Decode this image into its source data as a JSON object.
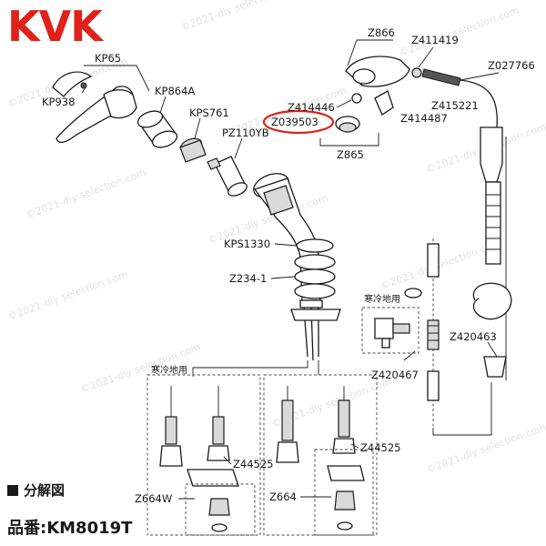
{
  "brand": "KVK",
  "watermark": "©2021-diy selection.com",
  "legend_title": "分解図",
  "model_label": "品番:KM8019T",
  "labels": {
    "kp65": "KP65",
    "kp938": "KP938",
    "kp864a": "KP864A",
    "kps761": "KPS761",
    "pz110yb": "PZ110YB",
    "z866": "Z866",
    "z411419": "Z411419",
    "z027766": "Z027766",
    "z414446": "Z414446",
    "z039503": "Z039503",
    "z414487": "Z414487",
    "z415221": "Z415221",
    "z865": "Z865",
    "kps1330": "KPS1330",
    "z2341": "Z234-1",
    "kanreichi1": "寒冷地用",
    "kanreichi2": "寒冷地用",
    "z420463": "Z420463",
    "z420467": "Z420467",
    "z44525a": "Z44525",
    "z44525b": "Z44525",
    "z664w": "Z664W",
    "z664": "Z664"
  },
  "colors": {
    "brand": "#e0211a",
    "highlight": "#e0211a",
    "line": "#1a1a1a"
  }
}
